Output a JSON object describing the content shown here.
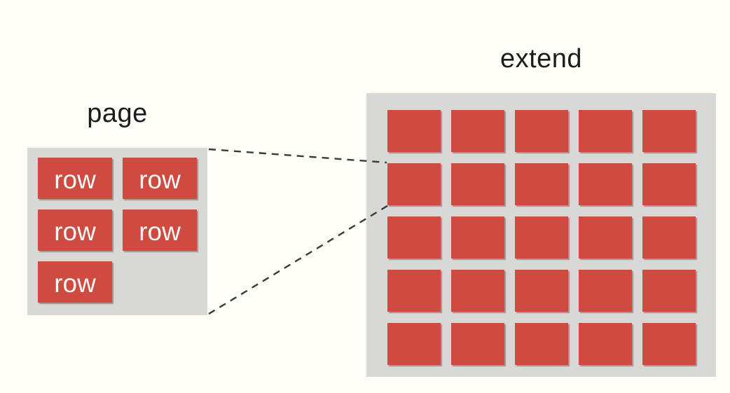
{
  "page_panel": {
    "label": "page",
    "grid": {
      "cols": 2,
      "rows": 3
    },
    "cells": [
      "row",
      "row",
      "row",
      "row",
      "row"
    ]
  },
  "extend_panel": {
    "label": "extend",
    "grid": {
      "cols": 5,
      "rows": 5,
      "cell_count": 25
    }
  },
  "connectors": {
    "style": "dashed",
    "count": 2,
    "meaning": "page detail maps to one cell of extended grid"
  },
  "colors": {
    "background": "#fffdf8",
    "panel_gray": "#d8d8d6",
    "cell_red": "#cf4a41",
    "cell_text": "#fcf8f5",
    "label_text": "#1c1c1c",
    "dash": "#3a3a3a"
  }
}
